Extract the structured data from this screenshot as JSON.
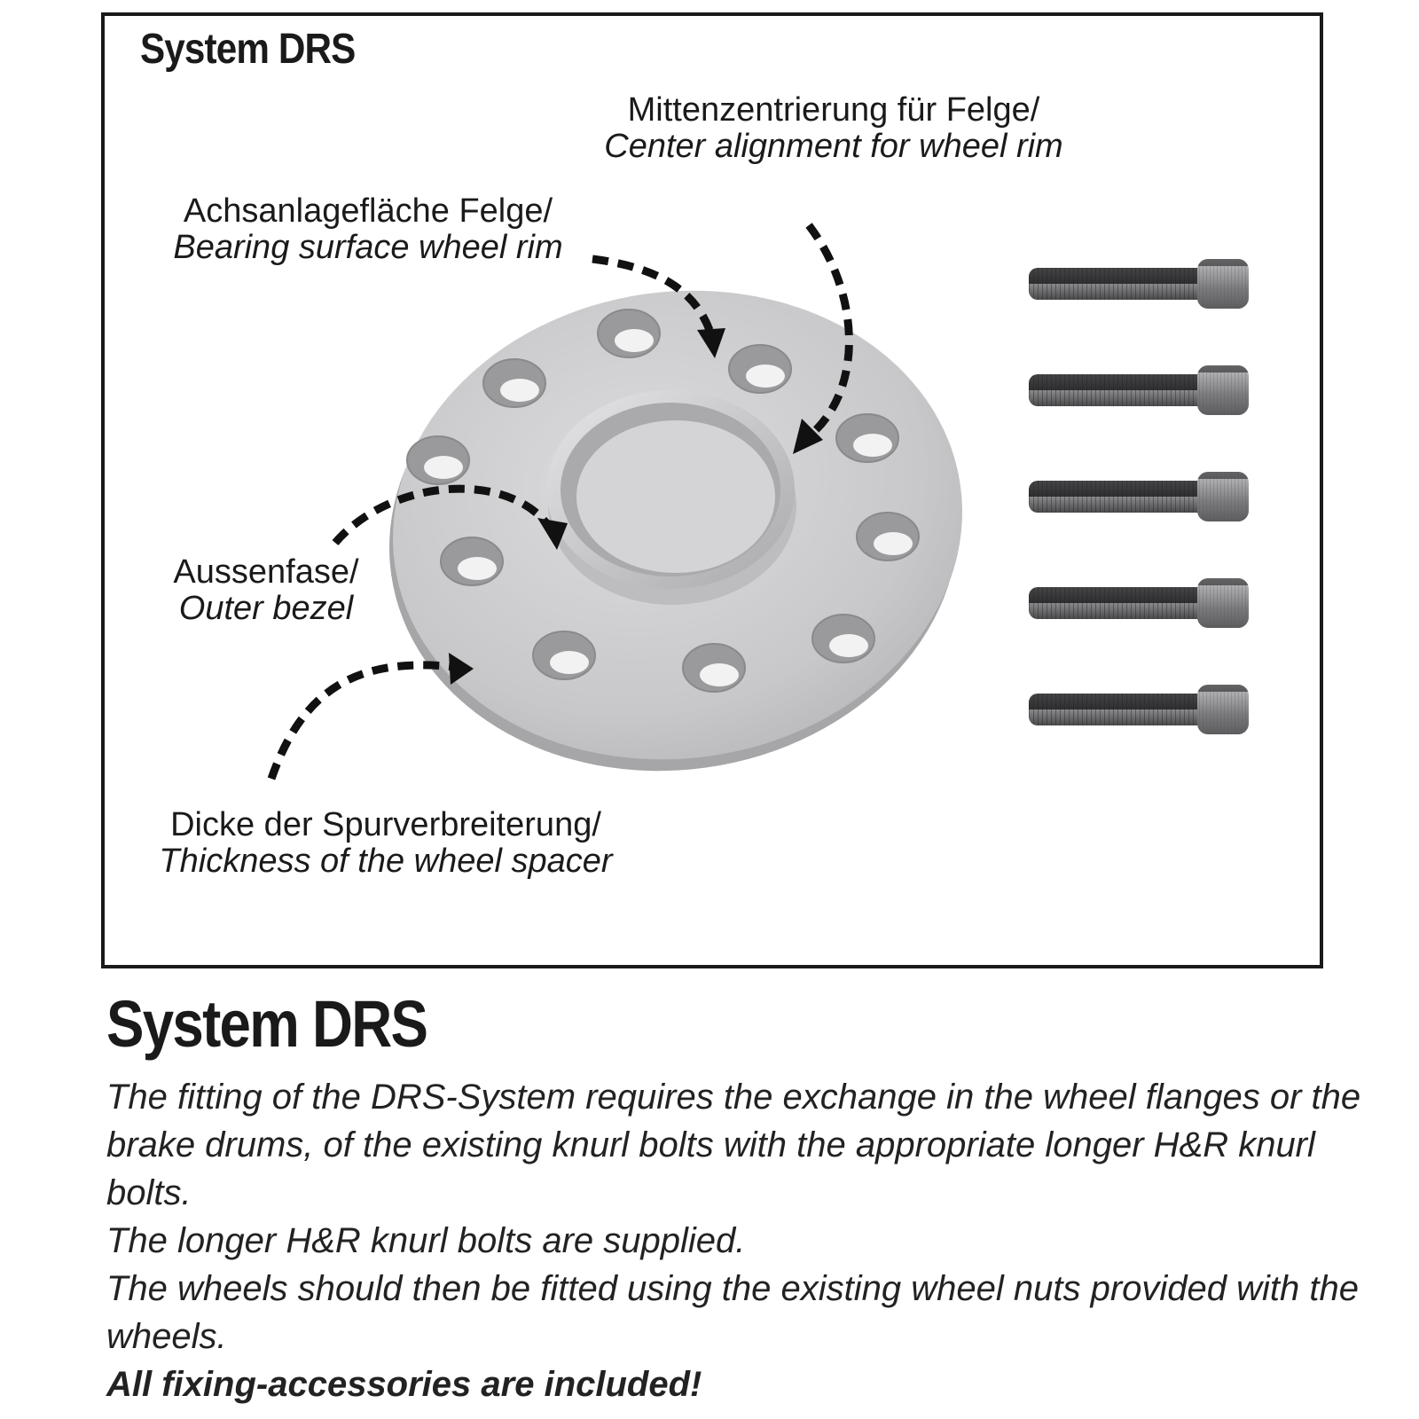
{
  "frame": {
    "title": "System DRS"
  },
  "labels": {
    "center": {
      "de": "Mittenzentrierung für Felge/",
      "en": "Center alignment for wheel rim"
    },
    "bearing": {
      "de": "Achsanlagefläche Felge/",
      "en": "Bearing surface wheel rim"
    },
    "outer": {
      "de": "Aussenfase/",
      "en": "Outer bezel"
    },
    "thickness": {
      "de": "Dicke der Spurverbreiterung/",
      "en": "Thickness of the wheel spacer"
    }
  },
  "section": {
    "heading": "System DRS",
    "paragraphs": [
      "The fitting of the DRS-System requires the exchange in the wheel flanges or the brake drums, of the existing knurl bolts with the appropriate longer H&R knurl bolts.",
      "The longer H&R knurl bolts are supplied.",
      "The wheels should then be fitted using the existing wheel nuts provided with the wheels."
    ],
    "emphasis": "All fixing-accessories are included!"
  },
  "colors": {
    "spacer": "#c9c9cb",
    "bolt": "#6a6a6c",
    "ink": "#1a1a1a"
  },
  "icons": [
    "wheel-spacer-icon",
    "knurl-bolt-icon",
    "dashed-arrow-icon"
  ]
}
